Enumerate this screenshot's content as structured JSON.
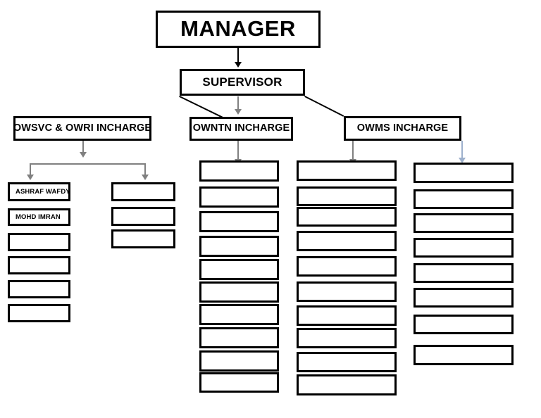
{
  "chart": {
    "title_box": {
      "label": "MANAGER"
    },
    "supervisor_box": {
      "label": "SUPERVISOR"
    },
    "incharges": [
      {
        "key": "owsvc",
        "label": "OWSVC & OWRI INCHARGE"
      },
      {
        "key": "owntn",
        "label": "OWNTN INCHARGE"
      },
      {
        "key": "owms",
        "label": "OWMS INCHARGE"
      }
    ],
    "staff": {
      "owsvc_col1": [
        {
          "label": "ASHRAF WAFDY"
        },
        {
          "label": "MOHD IMRAN"
        },
        {
          "label": ""
        },
        {
          "label": ""
        },
        {
          "label": ""
        },
        {
          "label": ""
        }
      ],
      "owsvc_col2": [
        {
          "label": ""
        },
        {
          "label": ""
        },
        {
          "label": ""
        }
      ],
      "owntn_col": [
        {
          "label": ""
        },
        {
          "label": ""
        },
        {
          "label": ""
        },
        {
          "label": ""
        },
        {
          "label": ""
        },
        {
          "label": ""
        },
        {
          "label": ""
        },
        {
          "label": ""
        },
        {
          "label": ""
        },
        {
          "label": ""
        }
      ],
      "owms_col1": [
        {
          "label": ""
        },
        {
          "label": ""
        },
        {
          "label": ""
        },
        {
          "label": ""
        },
        {
          "label": ""
        },
        {
          "label": ""
        },
        {
          "label": ""
        },
        {
          "label": ""
        },
        {
          "label": ""
        },
        {
          "label": ""
        }
      ],
      "owms_col2": [
        {
          "label": ""
        },
        {
          "label": ""
        },
        {
          "label": ""
        },
        {
          "label": ""
        },
        {
          "label": ""
        },
        {
          "label": ""
        },
        {
          "label": ""
        },
        {
          "label": ""
        }
      ]
    },
    "colors": {
      "box_border": "#000000",
      "box_fill": "#ffffff",
      "text": "#000000",
      "connector_dark": "#000000",
      "connector_gray": "#808080",
      "connector_blue": "#9db0cc",
      "page_background": "#ffffff"
    }
  }
}
